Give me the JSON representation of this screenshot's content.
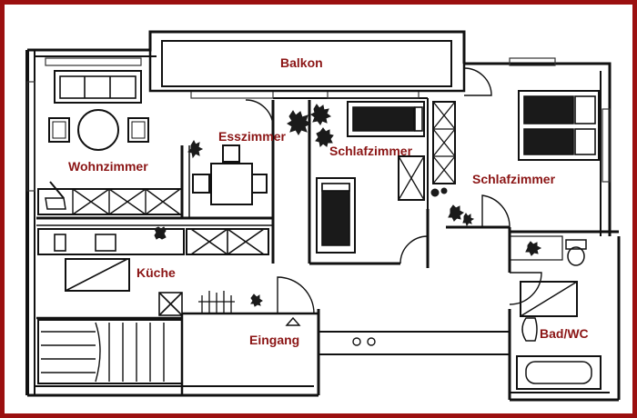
{
  "colors": {
    "frame": "#9b1010",
    "label": "#8b1515",
    "wall": "#111111",
    "furniture": "#1a1a1a",
    "background": "#ffffff"
  },
  "rooms": {
    "balkon": "Balkon",
    "esszimmer": "Esszimmer",
    "schlafzimmer_1": "Schlafzimmer",
    "schlafzimmer_2": "Schlafzimmer",
    "wohnzimmer": "Wohnzimmer",
    "kueche": "Küche",
    "eingang": "Eingang",
    "bad_wc": "Bad/WC"
  },
  "icons": [
    "sofa-icon",
    "dining-table-icon",
    "double-bed-icon",
    "single-bed-icon",
    "wardrobe-icon",
    "kitchen-counter-icon",
    "bathtub-icon",
    "toilet-icon",
    "sink-icon",
    "staircase-icon",
    "plant-icon",
    "door-icon",
    "coat-rack-icon"
  ]
}
